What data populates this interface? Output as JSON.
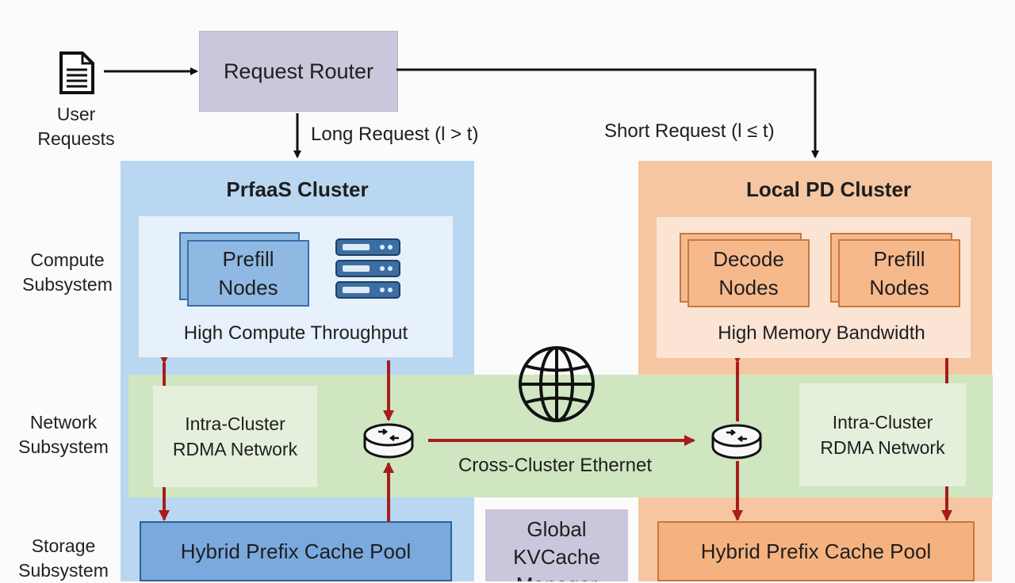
{
  "user_requests_label": "User\nRequests",
  "router": {
    "label": "Request Router"
  },
  "long_request_label": "Long Request (l > t)",
  "short_request_label": "Short Request (l ≤ t)",
  "prfaas": {
    "title": "PrfaaS Cluster",
    "nodes_label": "Prefill\nNodes",
    "compute_caption": "High Compute Throughput",
    "rdma_label": "Intra-Cluster\nRDMA Network",
    "cache_label": "Hybrid Prefix Cache Pool"
  },
  "local_pd": {
    "title": "Local PD Cluster",
    "decode_label": "Decode\nNodes",
    "prefill_label": "Prefill\nNodes",
    "compute_caption": "High Memory Bandwidth",
    "rdma_label": "Intra-Cluster\nRDMA Network",
    "cache_label": "Hybrid Prefix Cache Pool"
  },
  "subsystems": {
    "compute": "Compute\nSubsystem",
    "network": "Network\nSubsystem",
    "storage": "Storage\nSubsystem"
  },
  "cross_cluster_label": "Cross-Cluster Ethernet",
  "global_kvcache_label": "Global\nKVCache\nManager",
  "colors": {
    "arrow_red": "#a81c1c",
    "arrow_black": "#111111"
  }
}
